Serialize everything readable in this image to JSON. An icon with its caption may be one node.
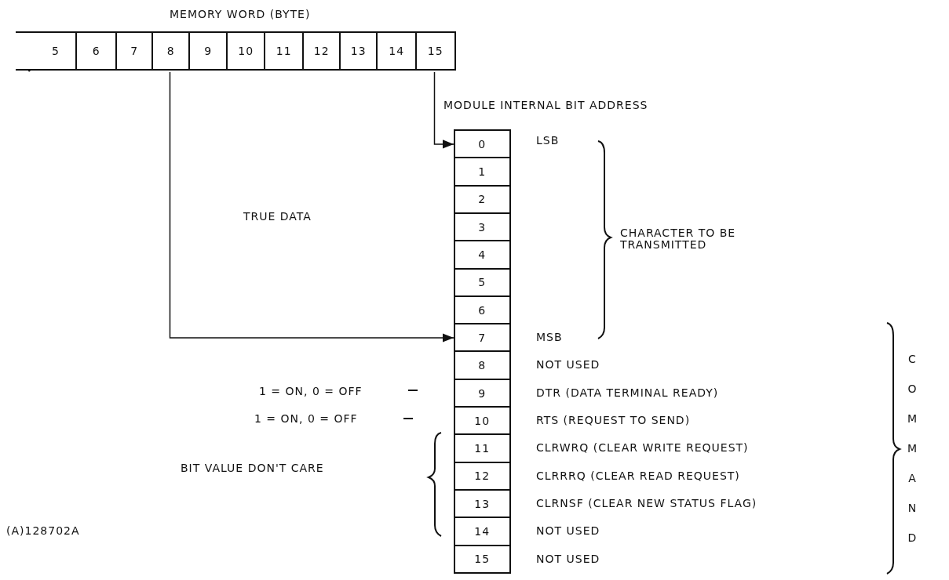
{
  "diagram": {
    "title": "MEMORY WORD (BYTE)",
    "nodes": [
      {
        "text": [
          "5"
        ]
      },
      {
        "text": [
          "6"
        ]
      },
      {
        "text": [
          "7"
        ]
      },
      {
        "text": [
          "8"
        ]
      },
      {
        "text": [
          "9"
        ]
      },
      {
        "text": [
          "10"
        ]
      },
      {
        "text": [
          "11"
        ]
      },
      {
        "text": [
          "12"
        ]
      },
      {
        "text": [
          "13"
        ]
      },
      {
        "text": [
          "14"
        ]
      },
      {
        "text": [
          "15"
        ]
      },
      {
        "text": [
          "0"
        ]
      },
      {
        "text": [
          "1"
        ]
      },
      {
        "text": [
          "2"
        ]
      },
      {
        "text": [
          "3"
        ]
      },
      {
        "text": [
          "4"
        ]
      },
      {
        "text": [
          "5"
        ]
      },
      {
        "text": [
          "6"
        ]
      },
      {
        "text": [
          "7"
        ]
      },
      {
        "text": [
          "8"
        ]
      },
      {
        "text": [
          "9"
        ]
      },
      {
        "text": [
          "10"
        ]
      },
      {
        "text": [
          "11"
        ]
      },
      {
        "text": [
          "12"
        ]
      },
      {
        "text": [
          "13"
        ]
      },
      {
        "text": [
          "14"
        ]
      },
      {
        "text": [
          "15"
        ]
      }
    ],
    "edges": [
      {
        "from": 10,
        "to": 11,
        "arrow": "to"
      },
      {
        "from": 3,
        "to": 18,
        "arrow": "to"
      }
    ],
    "labels": [
      "MODULE INTERNAL BIT ADDRESS",
      "LSB",
      "TRUE DATA",
      "CHARACTER TO BE TRANSMITTED",
      "MSB",
      "NOT USED",
      "1 = ON, 0 = OFF",
      "DTR (DATA TERMINAL READY)",
      "1 = ON, 0 = OFF",
      "RTS (REQUEST TO SEND)",
      "CLRWRQ (CLEAR WRITE REQUEST)",
      "BIT VALUE DON'T CARE",
      "CLRRRQ (CLEAR READ REQUEST)",
      "CLRNSF (CLEAR NEW STATUS FLAG)",
      "NOT USED",
      "(A)128702A",
      "NOT USED",
      "COMMAND"
    ]
  }
}
